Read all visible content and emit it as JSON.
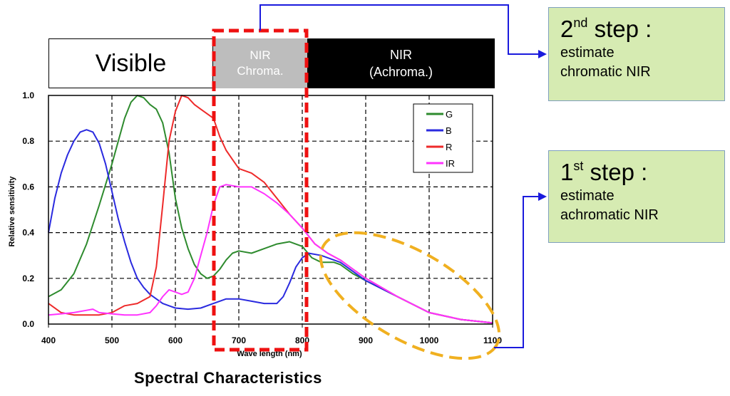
{
  "bands": {
    "visible": "Visible",
    "nir_chroma": [
      "NIR",
      "Chroma."
    ],
    "nir_achroma": [
      "NIR",
      "(Achroma.)"
    ]
  },
  "steps": [
    {
      "ordinal": "2",
      "suffix": "nd",
      "word": "step :",
      "desc": [
        "estimate",
        "chromatic NIR"
      ]
    },
    {
      "ordinal": "1",
      "suffix": "st",
      "word": "step :",
      "desc": [
        "estimate",
        "achromatic NIR"
      ]
    }
  ],
  "colors": {
    "G": "#2e8b2e",
    "B": "#2a2adf",
    "R": "#ee2a2a",
    "IR": "#ff33ff",
    "highlight_box": "#ee1111",
    "ellipse": "#f0b020",
    "arrow": "#1a1add",
    "step_box_fill": "#d6ebb2"
  },
  "chart_data": {
    "type": "line",
    "title": "Spectral Characteristics",
    "xlabel": "Wave length (nm)",
    "ylabel": "Relative sensitivity",
    "xlim": [
      400,
      1100
    ],
    "ylim": [
      0,
      1.0
    ],
    "x_ticks": [
      400,
      500,
      600,
      700,
      800,
      900,
      1000,
      1100
    ],
    "y_ticks": [
      0.0,
      0.2,
      0.4,
      0.6,
      0.8,
      1.0
    ],
    "y_tick_labels": [
      "0.0",
      "0.2",
      "0.4",
      "0.6",
      "0.8",
      "1.0"
    ],
    "grid": true,
    "legend_position": "top-right",
    "series": [
      {
        "name": "G",
        "color": "#2e8b2e",
        "points": [
          [
            400,
            0.12
          ],
          [
            420,
            0.15
          ],
          [
            440,
            0.22
          ],
          [
            460,
            0.35
          ],
          [
            480,
            0.52
          ],
          [
            500,
            0.7
          ],
          [
            510,
            0.8
          ],
          [
            520,
            0.9
          ],
          [
            530,
            0.97
          ],
          [
            540,
            1.0
          ],
          [
            550,
            0.99
          ],
          [
            560,
            0.96
          ],
          [
            570,
            0.94
          ],
          [
            580,
            0.88
          ],
          [
            590,
            0.75
          ],
          [
            600,
            0.55
          ],
          [
            610,
            0.42
          ],
          [
            620,
            0.33
          ],
          [
            630,
            0.26
          ],
          [
            640,
            0.22
          ],
          [
            650,
            0.2
          ],
          [
            660,
            0.21
          ],
          [
            670,
            0.24
          ],
          [
            680,
            0.28
          ],
          [
            690,
            0.31
          ],
          [
            700,
            0.32
          ],
          [
            720,
            0.31
          ],
          [
            740,
            0.33
          ],
          [
            760,
            0.35
          ],
          [
            780,
            0.36
          ],
          [
            800,
            0.34
          ],
          [
            815,
            0.29
          ],
          [
            830,
            0.27
          ],
          [
            850,
            0.27
          ],
          [
            860,
            0.26
          ],
          [
            880,
            0.22
          ],
          [
            900,
            0.19
          ],
          [
            950,
            0.12
          ],
          [
            1000,
            0.05
          ],
          [
            1050,
            0.02
          ],
          [
            1100,
            0.005
          ]
        ]
      },
      {
        "name": "B",
        "color": "#2a2adf",
        "points": [
          [
            400,
            0.4
          ],
          [
            410,
            0.55
          ],
          [
            420,
            0.66
          ],
          [
            430,
            0.74
          ],
          [
            440,
            0.8
          ],
          [
            450,
            0.84
          ],
          [
            460,
            0.85
          ],
          [
            470,
            0.84
          ],
          [
            480,
            0.79
          ],
          [
            490,
            0.7
          ],
          [
            500,
            0.58
          ],
          [
            510,
            0.46
          ],
          [
            520,
            0.36
          ],
          [
            530,
            0.27
          ],
          [
            540,
            0.2
          ],
          [
            550,
            0.16
          ],
          [
            560,
            0.13
          ],
          [
            570,
            0.11
          ],
          [
            580,
            0.09
          ],
          [
            590,
            0.08
          ],
          [
            600,
            0.07
          ],
          [
            620,
            0.065
          ],
          [
            640,
            0.07
          ],
          [
            660,
            0.09
          ],
          [
            680,
            0.11
          ],
          [
            700,
            0.11
          ],
          [
            720,
            0.1
          ],
          [
            740,
            0.09
          ],
          [
            760,
            0.09
          ],
          [
            770,
            0.12
          ],
          [
            780,
            0.18
          ],
          [
            790,
            0.25
          ],
          [
            800,
            0.29
          ],
          [
            810,
            0.31
          ],
          [
            830,
            0.3
          ],
          [
            860,
            0.27
          ],
          [
            900,
            0.19
          ],
          [
            950,
            0.12
          ],
          [
            1000,
            0.05
          ],
          [
            1050,
            0.02
          ],
          [
            1100,
            0.005
          ]
        ]
      },
      {
        "name": "R",
        "color": "#ee2a2a",
        "points": [
          [
            400,
            0.09
          ],
          [
            420,
            0.05
          ],
          [
            440,
            0.04
          ],
          [
            460,
            0.04
          ],
          [
            480,
            0.04
          ],
          [
            500,
            0.05
          ],
          [
            520,
            0.08
          ],
          [
            540,
            0.09
          ],
          [
            560,
            0.12
          ],
          [
            570,
            0.25
          ],
          [
            580,
            0.52
          ],
          [
            590,
            0.8
          ],
          [
            600,
            0.93
          ],
          [
            610,
            1.0
          ],
          [
            620,
            0.99
          ],
          [
            630,
            0.96
          ],
          [
            640,
            0.94
          ],
          [
            650,
            0.92
          ],
          [
            660,
            0.9
          ],
          [
            670,
            0.82
          ],
          [
            680,
            0.76
          ],
          [
            690,
            0.72
          ],
          [
            700,
            0.68
          ],
          [
            720,
            0.66
          ],
          [
            740,
            0.62
          ],
          [
            760,
            0.55
          ],
          [
            780,
            0.48
          ],
          [
            800,
            0.42
          ],
          [
            820,
            0.35
          ],
          [
            840,
            0.31
          ],
          [
            860,
            0.28
          ],
          [
            880,
            0.24
          ],
          [
            900,
            0.2
          ],
          [
            950,
            0.12
          ],
          [
            1000,
            0.05
          ],
          [
            1050,
            0.02
          ],
          [
            1100,
            0.005
          ]
        ]
      },
      {
        "name": "IR",
        "color": "#ff33ff",
        "points": [
          [
            400,
            0.04
          ],
          [
            420,
            0.045
          ],
          [
            440,
            0.05
          ],
          [
            460,
            0.06
          ],
          [
            470,
            0.065
          ],
          [
            480,
            0.05
          ],
          [
            500,
            0.045
          ],
          [
            520,
            0.04
          ],
          [
            540,
            0.04
          ],
          [
            560,
            0.05
          ],
          [
            570,
            0.08
          ],
          [
            580,
            0.12
          ],
          [
            590,
            0.15
          ],
          [
            600,
            0.14
          ],
          [
            610,
            0.13
          ],
          [
            620,
            0.14
          ],
          [
            630,
            0.2
          ],
          [
            640,
            0.3
          ],
          [
            650,
            0.4
          ],
          [
            660,
            0.52
          ],
          [
            670,
            0.6
          ],
          [
            680,
            0.61
          ],
          [
            700,
            0.6
          ],
          [
            720,
            0.6
          ],
          [
            740,
            0.57
          ],
          [
            760,
            0.53
          ],
          [
            780,
            0.48
          ],
          [
            800,
            0.42
          ],
          [
            820,
            0.35
          ],
          [
            840,
            0.31
          ],
          [
            860,
            0.28
          ],
          [
            880,
            0.24
          ],
          [
            900,
            0.2
          ],
          [
            950,
            0.12
          ],
          [
            1000,
            0.05
          ],
          [
            1050,
            0.02
          ],
          [
            1100,
            0.005
          ]
        ]
      }
    ]
  }
}
